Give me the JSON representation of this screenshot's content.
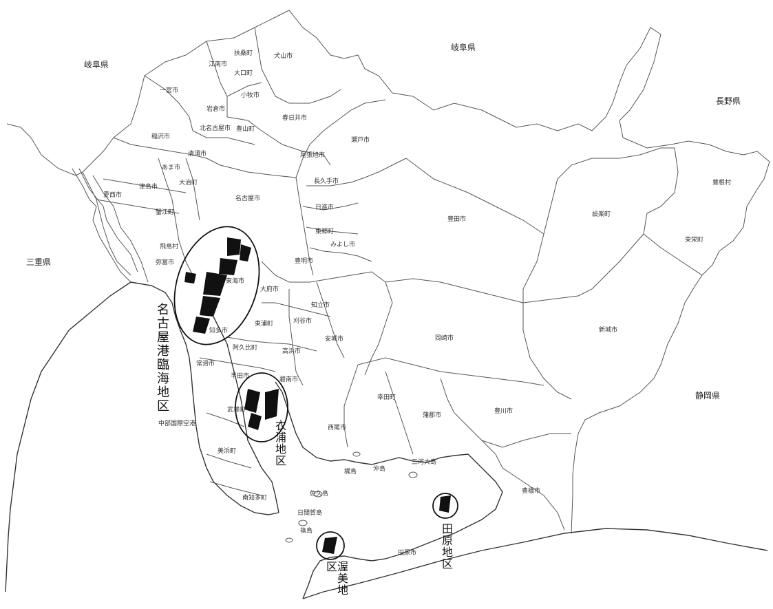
{
  "title": "",
  "prefectures": {
    "gifu_west": "岐阜県",
    "gifu_north": "岐阜県",
    "nagano": "長野県",
    "mie": "三重県",
    "shizuoka": "静岡県"
  },
  "zones": {
    "nagoya": "名古屋港臨海地区",
    "kinuura": "衣浦地区",
    "tahara": "田原地区",
    "atsumi": "渥美地区"
  },
  "municipalities": [
    {
      "id": "fusou",
      "label": "扶桑町"
    },
    {
      "id": "inuyama",
      "label": "犬山市"
    },
    {
      "id": "konan",
      "label": "江南市"
    },
    {
      "id": "oguchi",
      "label": "大口町"
    },
    {
      "id": "ichinomiya",
      "label": "一宮市"
    },
    {
      "id": "komaki",
      "label": "小牧市"
    },
    {
      "id": "iwakura",
      "label": "岩倉市"
    },
    {
      "id": "kasugai",
      "label": "春日井市"
    },
    {
      "id": "kitanagoya",
      "label": "北名古屋市"
    },
    {
      "id": "toyoyama",
      "label": "豊山町"
    },
    {
      "id": "inazawa",
      "label": "稲沢市"
    },
    {
      "id": "seto",
      "label": "瀬戸市"
    },
    {
      "id": "kiyosu",
      "label": "清須市"
    },
    {
      "id": "ama",
      "label": "あま市"
    },
    {
      "id": "owariasahi",
      "label": "尾張旭市"
    },
    {
      "id": "tsushima",
      "label": "津島市"
    },
    {
      "id": "oharu",
      "label": "大治町"
    },
    {
      "id": "aisai",
      "label": "愛西市"
    },
    {
      "id": "nagakute",
      "label": "長久手市"
    },
    {
      "id": "nagoya",
      "label": "名古屋市"
    },
    {
      "id": "kanie",
      "label": "蟹江町"
    },
    {
      "id": "nisshin",
      "label": "日進市"
    },
    {
      "id": "togo",
      "label": "東郷町"
    },
    {
      "id": "miyoshi",
      "label": "みよし市"
    },
    {
      "id": "tobishima",
      "label": "飛島村"
    },
    {
      "id": "yatomi",
      "label": "弥富市"
    },
    {
      "id": "tokai",
      "label": "東海市"
    },
    {
      "id": "toyoake",
      "label": "豊明市"
    },
    {
      "id": "obu",
      "label": "大府市"
    },
    {
      "id": "chiryu",
      "label": "知立市"
    },
    {
      "id": "higashiura",
      "label": "東浦町"
    },
    {
      "id": "kariya",
      "label": "刈谷市"
    },
    {
      "id": "chita",
      "label": "知多市"
    },
    {
      "id": "anjo",
      "label": "安城市"
    },
    {
      "id": "agui",
      "label": "阿久比町"
    },
    {
      "id": "takahama",
      "label": "高浜市"
    },
    {
      "id": "tokoname",
      "label": "常滑市"
    },
    {
      "id": "handa",
      "label": "半田市"
    },
    {
      "id": "hekinan",
      "label": "碧南市"
    },
    {
      "id": "taketoyo",
      "label": "武豊町"
    },
    {
      "id": "nishio",
      "label": "西尾市"
    },
    {
      "id": "kota",
      "label": "幸田町"
    },
    {
      "id": "gamagori",
      "label": "蒲郡市"
    },
    {
      "id": "toyokawa",
      "label": "豊川市"
    },
    {
      "id": "okazaki",
      "label": "岡崎市"
    },
    {
      "id": "toyota",
      "label": "豊田市"
    },
    {
      "id": "shitara",
      "label": "設楽町"
    },
    {
      "id": "toyone",
      "label": "豊根村"
    },
    {
      "id": "toei",
      "label": "東栄町"
    },
    {
      "id": "shinshiro",
      "label": "新城市"
    },
    {
      "id": "toyohashi",
      "label": "豊橋市"
    },
    {
      "id": "tahara",
      "label": "田原市"
    },
    {
      "id": "mihama",
      "label": "美浜町"
    },
    {
      "id": "minamichita",
      "label": "南知多町"
    },
    {
      "id": "chubu_airport",
      "label": "中部国際空港"
    },
    {
      "id": "sakushima",
      "label": "佐久島"
    },
    {
      "id": "himakajima",
      "label": "日間賀島"
    },
    {
      "id": "shinojima",
      "label": "篠島"
    },
    {
      "id": "mikawa_oshima",
      "label": "三河大島"
    },
    {
      "id": "okishima",
      "label": "沖島"
    },
    {
      "id": "umejima",
      "label": "梶島"
    }
  ]
}
